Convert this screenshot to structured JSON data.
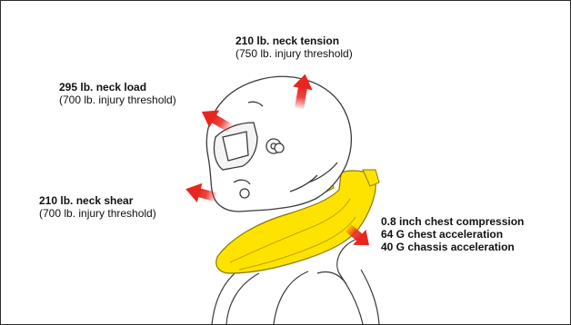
{
  "colors": {
    "arrow": "#e8261f",
    "device": "#ffe300",
    "device_outline": "#8a7a00",
    "line_art": "#3a3a3a",
    "frame": "#2b2b2b"
  },
  "callouts": {
    "neck_tension": {
      "value": "210 lb. neck tension",
      "threshold": "(750 lb. injury threshold)"
    },
    "neck_load": {
      "value": "295 lb. neck load",
      "threshold": "(700 lb. injury threshold)"
    },
    "neck_shear": {
      "value": "210 lb. neck shear",
      "threshold": "(700 lb. injury threshold)"
    },
    "chest": {
      "compression": "0.8 inch chest compression",
      "chest_acceleration": "64 G chest acceleration",
      "chassis_acceleration": "40 G chassis acceleration"
    }
  },
  "illustration": {
    "subject": "helmet-with-head-and-neck-restraint",
    "arrows": [
      "neck-tension-arrow",
      "neck-load-arrow",
      "neck-shear-arrow",
      "chest-arrow"
    ]
  }
}
